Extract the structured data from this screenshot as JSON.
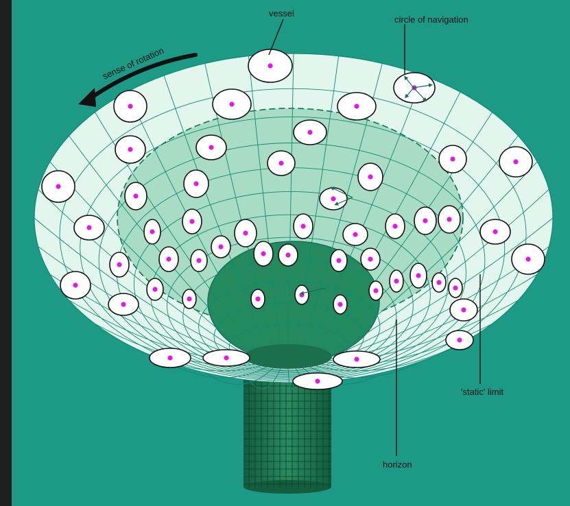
{
  "labels": {
    "vessel": "vessel",
    "circle_of_navigation": "circle of navigation",
    "sense_of_rotation": "sense of rotation",
    "static_limit": "'static' limit",
    "horizon": "horizon"
  },
  "colors": {
    "background": "#1c9a85",
    "outer_region": "#e2f6ee",
    "ergosphere_region": "#a8dcc4",
    "inner_region": "#248a5e",
    "throat": "#1b6f4d",
    "grid_line": "#0f8a74",
    "vessel_dot": "#e01ae0",
    "frame": "#1f1f1f"
  }
}
